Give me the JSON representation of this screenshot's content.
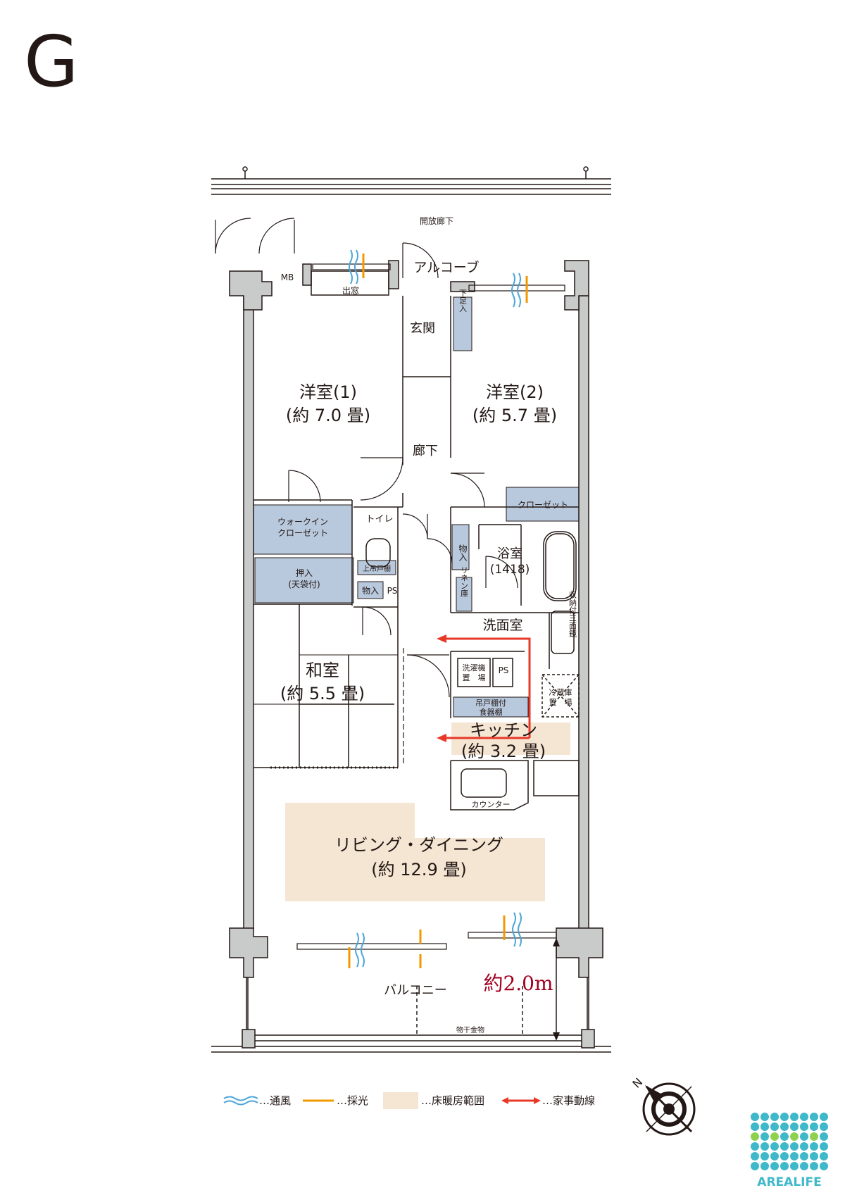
{
  "plan": {
    "type_letter": "G",
    "rooms": {
      "western1_name": "洋室(1)",
      "western1_size": "(約 7.0 畳)",
      "western2_name": "洋室(2)",
      "western2_size": "(約 5.7 畳)",
      "japanese_name": "和室",
      "japanese_size": "(約 5.5 畳)",
      "kitchen_name": "キッチン",
      "kitchen_size": "(約 3.2 畳)",
      "living_name": "リビング・ダイニング",
      "living_size": "(約 12.9 畳)",
      "bath_name": "浴室",
      "bath_size": "(1418)",
      "washroom": "洗面室",
      "toilet": "トイレ",
      "entrance": "玄関",
      "hallway": "廊下",
      "alcove": "アルコーブ",
      "open_corridor": "開放廊下",
      "bay_window": "出窓",
      "mb": "MB",
      "balcony": "バルコニー",
      "drying_rack": "物干金物"
    },
    "storage": {
      "walk_in_1": "ウォークイン",
      "walk_in_2": "クローゼット",
      "oshiire_1": "押入",
      "oshiire_2": "(天袋付)",
      "closet": "クローゼット",
      "monoire": "物入",
      "monoire_v": "物入",
      "ps": "PS",
      "ps2": "PS",
      "upper_shelf": "上吊戸棚",
      "shoe_box": "下足入",
      "linen": "リネン庫",
      "wash_storage": "収納付三面鏡",
      "washer_1": "洗濯機",
      "washer_2": "置　場",
      "fridge_1": "冷蔵庫",
      "fridge_2": "置　場",
      "cupboard_1": "吊戸棚付",
      "cupboard_2": "食器棚",
      "counter": "カウンター"
    },
    "dimension_label": "約2.0m",
    "compass_label": "N"
  },
  "legend": {
    "ventilation": "…通風",
    "daylight": "…採光",
    "floor_heating": "…床暖房範囲",
    "housework": "…家事動線"
  },
  "colors": {
    "wall": "#c9caca",
    "storage": "#b9c9dd",
    "floor_heating": "#f5e6d4",
    "ventilation": "#4da6d9",
    "daylight": "#f39800",
    "housework": "#e83828",
    "dimension": "#a0001e"
  },
  "brand": {
    "name": "AREALIFE",
    "dot_color": "#3fb8c9",
    "dot_color_2": "#8fd14f"
  }
}
